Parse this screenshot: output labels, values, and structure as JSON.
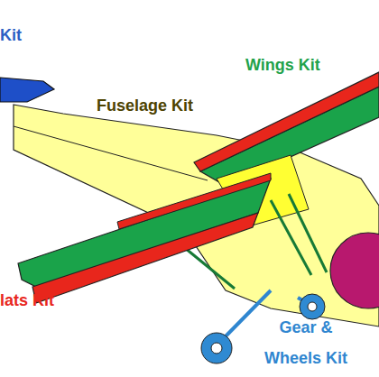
{
  "diagram": {
    "labels": [
      "Kit",
      "Wings Kit",
      "Fuselage Kit",
      "lats Kit",
      "Gear & Wheels Kit"
    ]
  }
}
